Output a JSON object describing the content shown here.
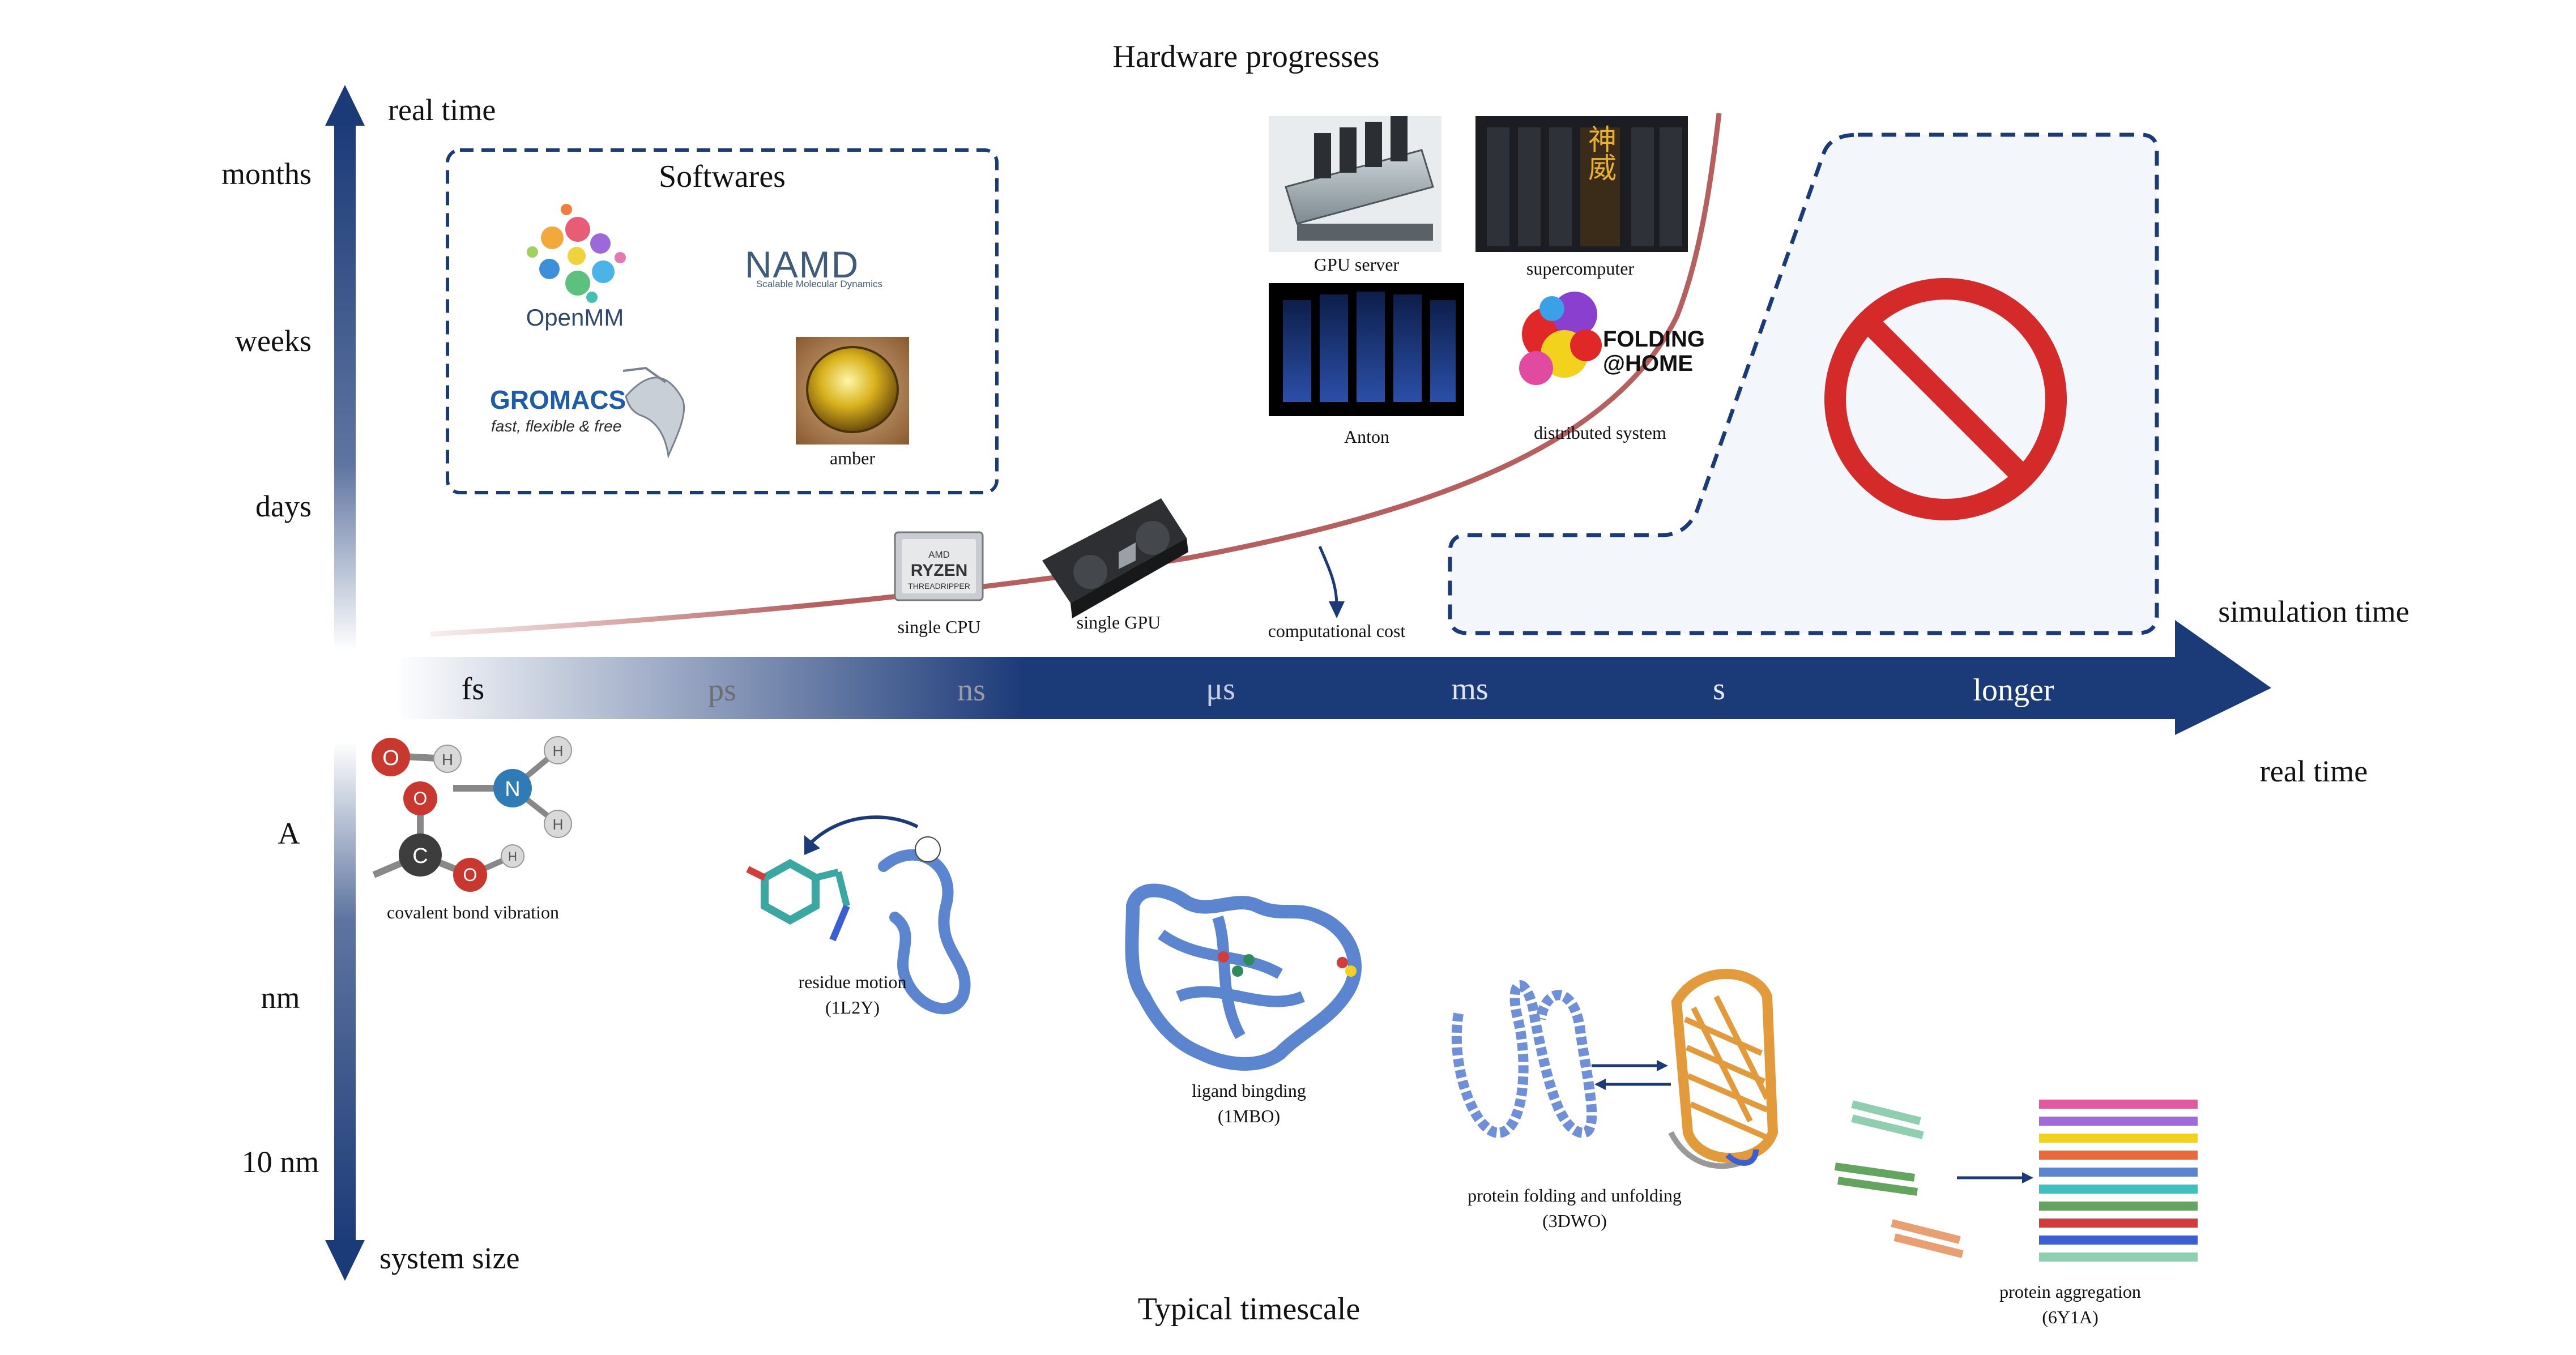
{
  "header": {
    "title": "Hardware progresses"
  },
  "footer": {
    "title": "Typical timescale"
  },
  "left_axis": {
    "top_label": "real time",
    "bottom_label": "system size",
    "time_ticks": [
      "months",
      "weeks",
      "days"
    ],
    "size_ticks": [
      "A",
      "nm",
      "10 nm"
    ]
  },
  "time_axis": {
    "ticks": [
      "fs",
      "ps",
      "ns",
      "μs",
      "ms",
      "s",
      "longer"
    ],
    "label_above": "simulation time",
    "label_below": "real time",
    "color": "#1b3a78"
  },
  "softwares": {
    "title": "Softwares",
    "openmm": "OpenMM",
    "namd": "NAMD",
    "namd_sub": "Scalable Molecular Dynamics",
    "gromacs": "GROMACS",
    "gromacs_sub": "fast, flexible & free",
    "amber": "amber"
  },
  "hardware": {
    "single_cpu": "single CPU",
    "cpu_brand": "AMD",
    "cpu_model": "RYZEN",
    "cpu_sub": "THREADRIPPER",
    "single_gpu": "single GPU",
    "gpu_server": "GPU server",
    "supercomputer": "supercomputer",
    "supercomputer_chars": "神威",
    "anton": "Anton",
    "folding_line1": "FOLDING",
    "folding_line2": "@HOME",
    "distributed": "distributed system",
    "computational_cost": "computational cost",
    "curve_color": "#b5605f"
  },
  "processes": {
    "covalent": "covalent bond vibration",
    "residue": "residue motion",
    "residue_id": "(1L2Y)",
    "ligand": "ligand bingding",
    "ligand_id": "(1MBO)",
    "folding": "protein folding and unfolding",
    "folding_id": "(3DWO)",
    "aggregation": "protein aggregation",
    "aggregation_id": "(6Y1A)"
  },
  "atoms": {
    "o": "O",
    "h": "H",
    "n": "N",
    "c": "C"
  },
  "colors": {
    "navy": "#1b3a78",
    "forbid_red": "#d42a2a",
    "forbid_fill": "#f3f6fb",
    "protein_blue": "#5b86cf",
    "protein_orange": "#e39a3a"
  }
}
